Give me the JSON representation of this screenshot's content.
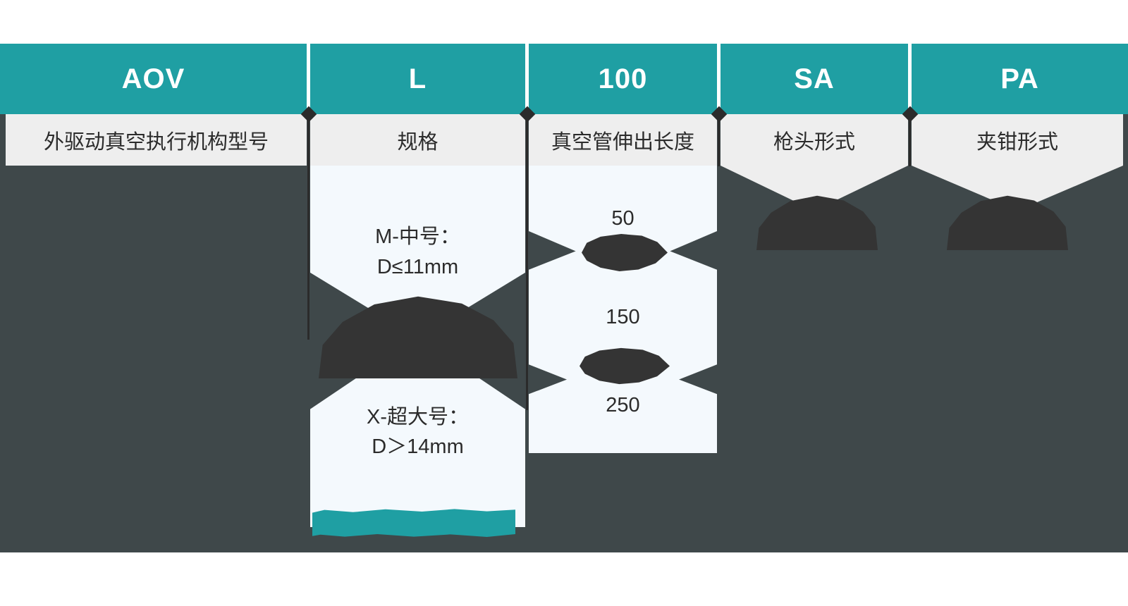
{
  "meta": {
    "title": "AOV-L-100-SA-PA 型号命名规则",
    "colors": {
      "accent_teal": "#1f9fa3",
      "backdrop_dark": "#3f484a",
      "label_gray": "#eeeeee",
      "panel_white": "#f4f9fd",
      "text_dark": "#2b2b2b",
      "redaction": "#343434"
    }
  },
  "columns": [
    {
      "code": "AOV",
      "label": "外驱动真空执行机构型号",
      "options": []
    },
    {
      "code": "L",
      "label": "规格",
      "options": [
        {
          "line1": "M-中号：",
          "line2": "D≤11mm"
        },
        {
          "line1": "X-超大号：",
          "line2": "D＞14mm"
        }
      ]
    },
    {
      "code": "100",
      "label": "真空管伸出长度",
      "options": [
        {
          "line1": "50",
          "line2": ""
        },
        {
          "line1": "150",
          "line2": ""
        },
        {
          "line1": "250",
          "line2": ""
        }
      ]
    },
    {
      "code": "SA",
      "label": "枪头形式",
      "options": []
    },
    {
      "code": "PA",
      "label": "夹钳形式",
      "options": []
    }
  ],
  "redactions": [
    {
      "name": "redaction-col2-mid",
      "shape": "dome"
    },
    {
      "name": "redaction-col2-bottom",
      "shape": "bar"
    },
    {
      "name": "redaction-col3-upper",
      "shape": "lens"
    },
    {
      "name": "redaction-col3-lower",
      "shape": "lens"
    },
    {
      "name": "redaction-col4",
      "shape": "dome"
    },
    {
      "name": "redaction-col5",
      "shape": "dome"
    }
  ]
}
